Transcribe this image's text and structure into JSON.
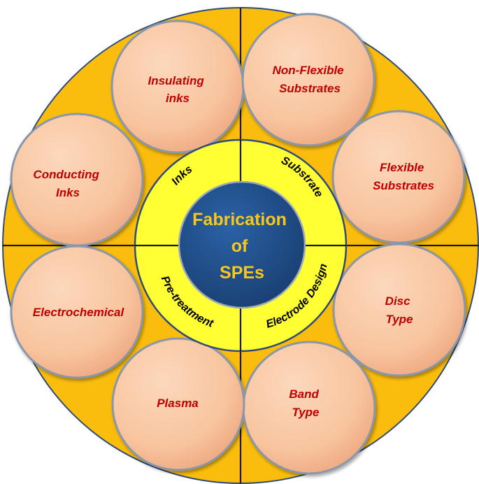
{
  "center": {
    "lines": [
      "Fabrication",
      "of",
      "SPEs"
    ]
  },
  "quadrants": [
    {
      "label": "Inks",
      "items": [
        [
          "Insulating",
          "inks"
        ],
        [
          "Conducting",
          "Inks"
        ]
      ]
    },
    {
      "label": "Substrate",
      "items": [
        [
          "Non-Flexible",
          "Substrates"
        ],
        [
          "Flexible",
          "Substrates"
        ]
      ]
    },
    {
      "label": "Electrode Design",
      "items": [
        [
          "Disc",
          "Type"
        ],
        [
          "Band",
          "Type"
        ]
      ]
    },
    {
      "label": "Pre-treatment",
      "items": [
        [
          "Electrochemical"
        ],
        [
          "Plasma"
        ]
      ]
    }
  ],
  "colors": {
    "outer_fill": "#fbbd0d",
    "outer_stroke": "#2f4a78",
    "petal_fill": "#f8c7a2",
    "petal_stroke": "#7f8fa6",
    "ring_fill": "#ffff33",
    "center_fill": "#1f4e8a",
    "center_text": "#f7c81a",
    "petal_text": "#c00000"
  }
}
